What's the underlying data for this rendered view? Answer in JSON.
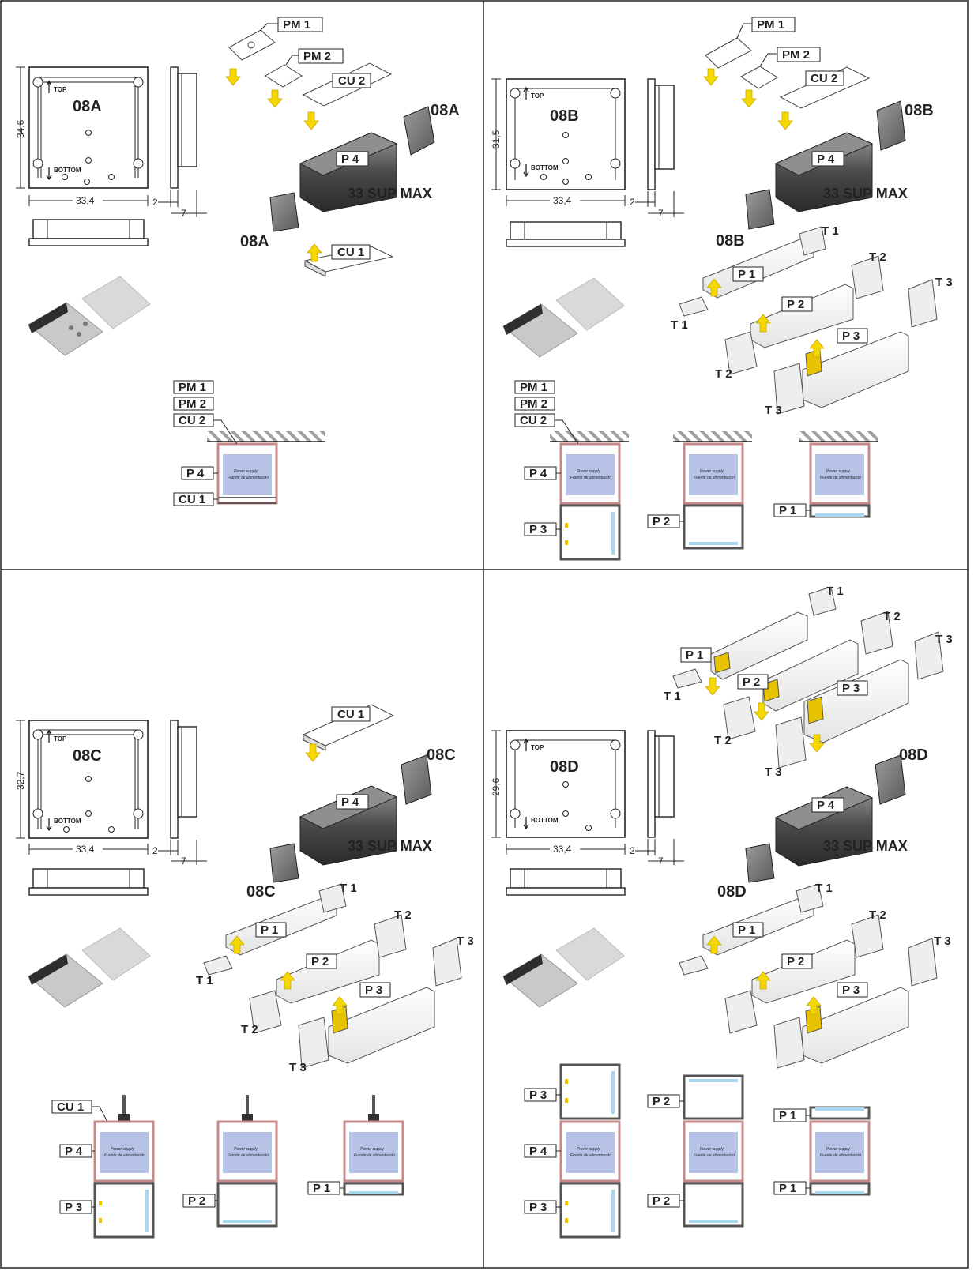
{
  "panels": [
    {
      "code": "08A",
      "dims": {
        "height": "34,6",
        "width": "33,4",
        "side_a": "2",
        "side_b": "7"
      },
      "cap_labels": {
        "top": "TOP",
        "bottom": "BOTTOM"
      },
      "kit_labels": {
        "pm1": "PM 1",
        "pm2": "PM 2",
        "cu2": "CU 2",
        "p4": "P 4",
        "cu1": "CU 1",
        "sup": "33 SUP MAX",
        "cap1": "08A",
        "cap2": "08A"
      },
      "tlabels": [],
      "plabels": [],
      "sections": [
        {
          "stack_labels": [
            "PM 1",
            "PM 2",
            "CU 2"
          ],
          "side_labels": [
            "P 4",
            "CU 1"
          ],
          "ps1": "Power supply",
          "ps2": "Fuente de alimentación"
        }
      ]
    },
    {
      "code": "08B",
      "dims": {
        "height": "31,5",
        "width": "33,4",
        "side_a": "2",
        "side_b": "7"
      },
      "cap_labels": {
        "top": "TOP",
        "bottom": "BOTTOM"
      },
      "kit_labels": {
        "pm1": "PM 1",
        "pm2": "PM 2",
        "cu2": "CU 2",
        "p4": "P 4",
        "sup": "33 SUP MAX",
        "cap1": "08B",
        "cap2": "08B"
      },
      "tlabels": [
        "T 1",
        "T 2",
        "T 3",
        "T 1",
        "T 2",
        "T 3"
      ],
      "plabels": [
        "P 1",
        "P 2",
        "P 3"
      ],
      "sections": [
        {
          "stack_labels": [
            "PM 1",
            "PM 2",
            "CU 2"
          ],
          "side_labels": [
            "P 4",
            "P 3"
          ],
          "ps1": "Power supply",
          "ps2": "Fuente de alimentación"
        },
        {
          "side_labels": [
            "P 2"
          ],
          "ps1": "Power supply",
          "ps2": "Fuente de alimentación"
        },
        {
          "side_labels": [
            "P 1"
          ],
          "ps1": "Power supply",
          "ps2": "Fuente de alimentación"
        }
      ]
    },
    {
      "code": "08C",
      "dims": {
        "height": "32,7",
        "width": "33,4",
        "side_a": "2",
        "side_b": "7"
      },
      "cap_labels": {
        "top": "TOP",
        "bottom": "BOTTOM"
      },
      "kit_labels": {
        "cu1": "CU 1",
        "p4": "P 4",
        "sup": "33 SUP MAX",
        "cap1": "08C",
        "cap2": "08C"
      },
      "tlabels": [
        "T 1",
        "T 2",
        "T 3",
        "T 1",
        "T 2",
        "T 3"
      ],
      "plabels": [
        "P 1",
        "P 2",
        "P 3"
      ],
      "sections": [
        {
          "side_labels": [
            "CU 1",
            "P 4",
            "P 3"
          ],
          "ps1": "Power supply",
          "ps2": "Fuente de alimentación"
        },
        {
          "side_labels": [
            "P 2"
          ],
          "ps1": "Power supply",
          "ps2": "Fuente de alimentación"
        },
        {
          "side_labels": [
            "P 1"
          ],
          "ps1": "Power supply",
          "ps2": "Fuente de alimentación"
        }
      ]
    },
    {
      "code": "08D",
      "dims": {
        "height": "29,6",
        "width": "33,4",
        "side_a": "2",
        "side_b": "7"
      },
      "cap_labels": {
        "top": "TOP",
        "bottom": "BOTTOM"
      },
      "kit_labels": {
        "p4": "P 4",
        "sup": "33 SUP MAX",
        "cap1": "08D",
        "cap2": "08D"
      },
      "tlabels": [
        "T 1",
        "T 2",
        "T 3",
        "T 1",
        "T 2",
        "T 3",
        "T 1",
        "T 2",
        "T 3"
      ],
      "plabels": [
        "P 1",
        "P 2",
        "P 3",
        "P 1",
        "P 2",
        "P 3"
      ],
      "sections": [
        {
          "side_labels": [
            "P 3",
            "P 4",
            "P 3"
          ],
          "ps1": "Power supply",
          "ps2": "Fuente de alimentación"
        },
        {
          "side_labels": [
            "P 2",
            "P 2"
          ],
          "ps1": "Power supply",
          "ps2": "Fuente de alimentación"
        },
        {
          "side_labels": [
            "P 1",
            "P 1"
          ],
          "ps1": "Power supply",
          "ps2": "Fuente de alimentación"
        }
      ]
    }
  ],
  "colors": {
    "frame": "#222222",
    "arrow": "#f5d800",
    "psu": "#b7c3e6",
    "psu_border": "#c48a8a",
    "diffuser": "#a8d8f0",
    "led": "#f2c200",
    "hatch": "#9a9a9a"
  }
}
